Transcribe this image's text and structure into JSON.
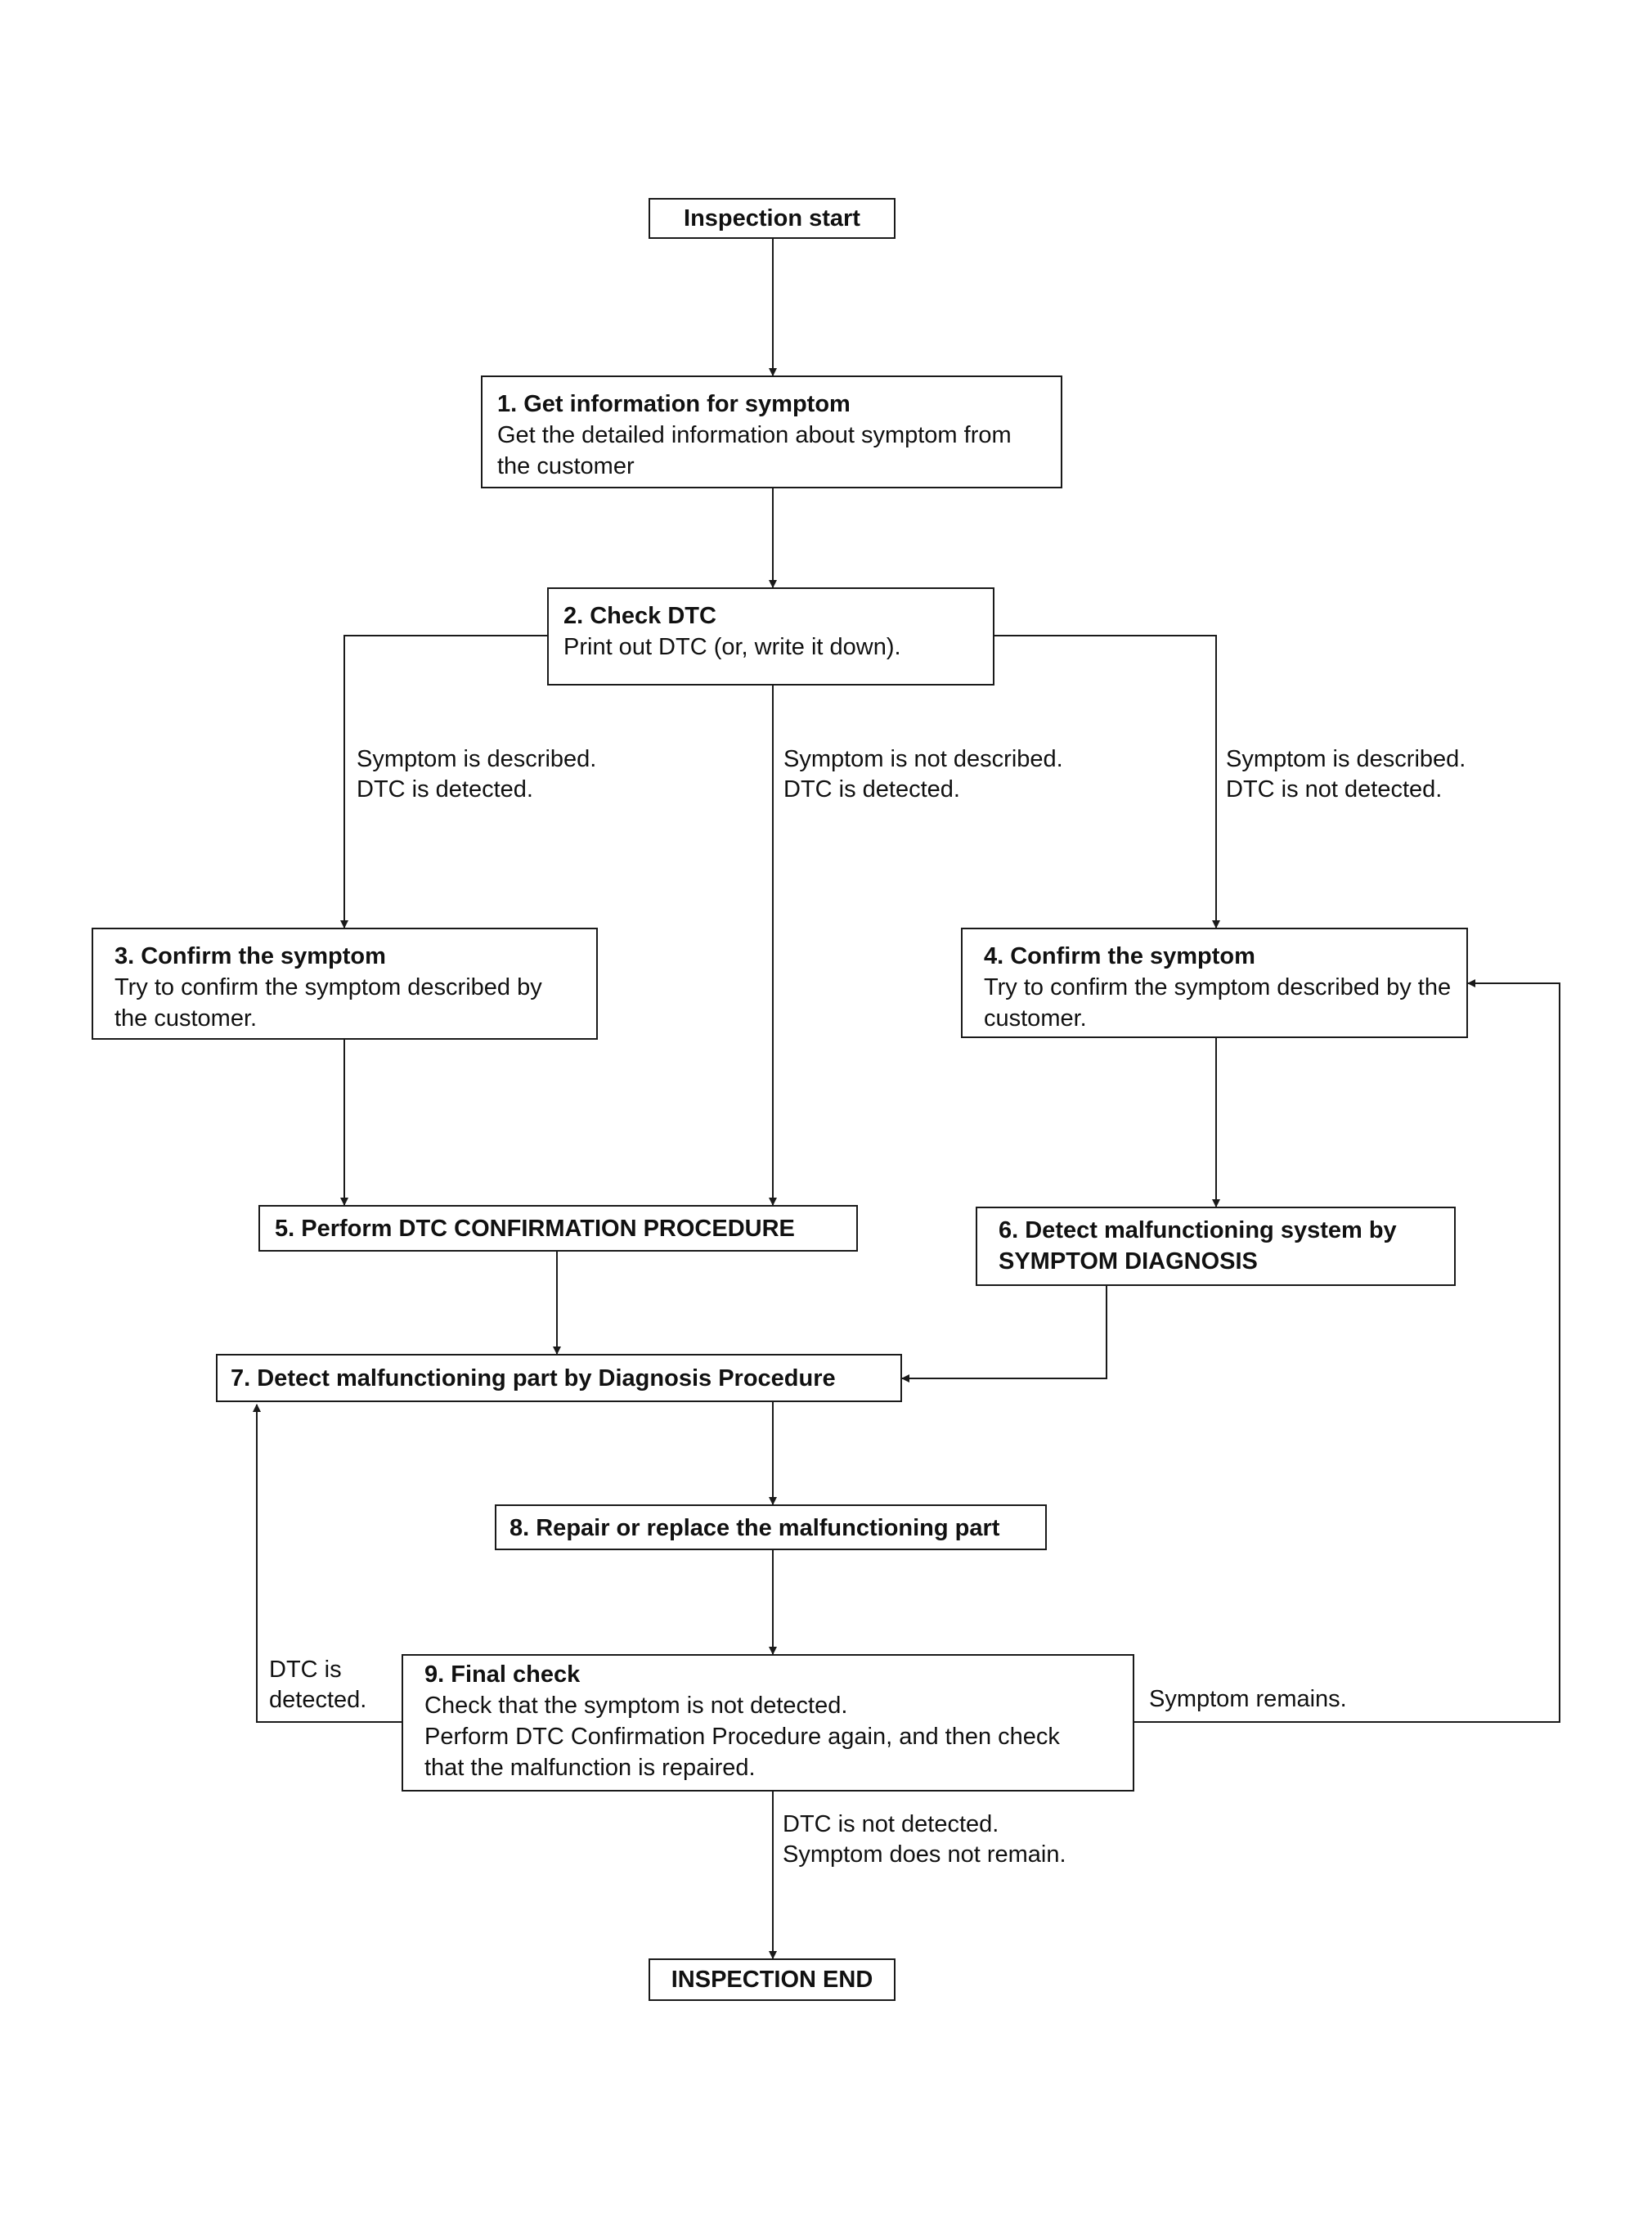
{
  "diagram": {
    "start": "Inspection start",
    "end": "INSPECTION END",
    "steps": [
      {
        "title": "1. Get information for symptom",
        "body": "Get the detailed information about symptom from the customer"
      },
      {
        "title": "2. Check DTC",
        "body": "Print out DTC (or, write it down)."
      },
      {
        "title": "3. Confirm the symptom",
        "body": "Try to confirm the symptom described by the customer."
      },
      {
        "title": "4. Confirm the symptom",
        "body": "Try to confirm the symptom described by the customer."
      },
      {
        "title": "5. Perform DTC CONFIRMATION PROCEDURE",
        "body": ""
      },
      {
        "title": "6. Detect malfunctioning system by SYMPTOM DIAGNOSIS",
        "body": ""
      },
      {
        "title": "7. Detect malfunctioning part by Diagnosis Procedure",
        "body": ""
      },
      {
        "title": "8. Repair or replace the malfunctioning part",
        "body": ""
      },
      {
        "title": "9. Final check",
        "body_lines": [
          "Check that the symptom is not detected.",
          "Perform DTC Confirmation Procedure again, and then check",
          "that the malfunction is repaired."
        ]
      }
    ],
    "branch_labels": {
      "left": [
        "Symptom is described.",
        "DTC is detected."
      ],
      "middle": [
        "Symptom is not described.",
        "DTC is detected."
      ],
      "right": [
        "Symptom is described.",
        "DTC is not detected."
      ],
      "dtc_detected": [
        "DTC is",
        "detected."
      ],
      "symptom_remains": "Symptom remains.",
      "end_condition": [
        "DTC is not detected.",
        "Symptom does not remain."
      ]
    }
  }
}
